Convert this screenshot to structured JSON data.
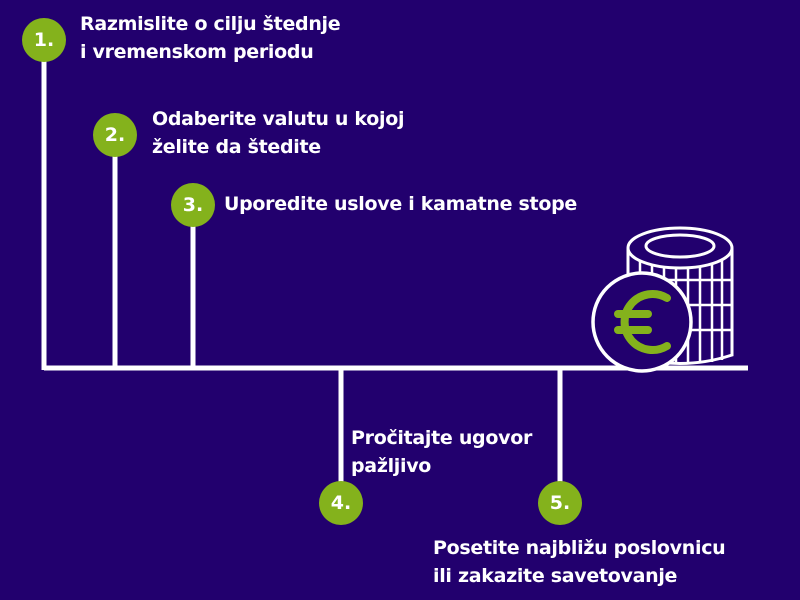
{
  "colors": {
    "background": "#22006e",
    "accent": "#84b21c",
    "line": "#ffffff"
  },
  "steps": [
    {
      "number": "1.",
      "line1": "Razmislite o cilju štednje",
      "line2": "i vremenskom periodu"
    },
    {
      "number": "2.",
      "line1": "Odaberite valutu u kojoj",
      "line2": "želite da štedite"
    },
    {
      "number": "3.",
      "line1": "Uporedite uslove i kamatne stope",
      "line2": ""
    },
    {
      "number": "4.",
      "line1": "Pročitajte ugovor",
      "line2": "pažljivo"
    },
    {
      "number": "5.",
      "line1": "Posetite najbližu poslovnicu",
      "line2": "ili zakazite savetovanje"
    }
  ],
  "icon": "euro-coin-stack-icon"
}
